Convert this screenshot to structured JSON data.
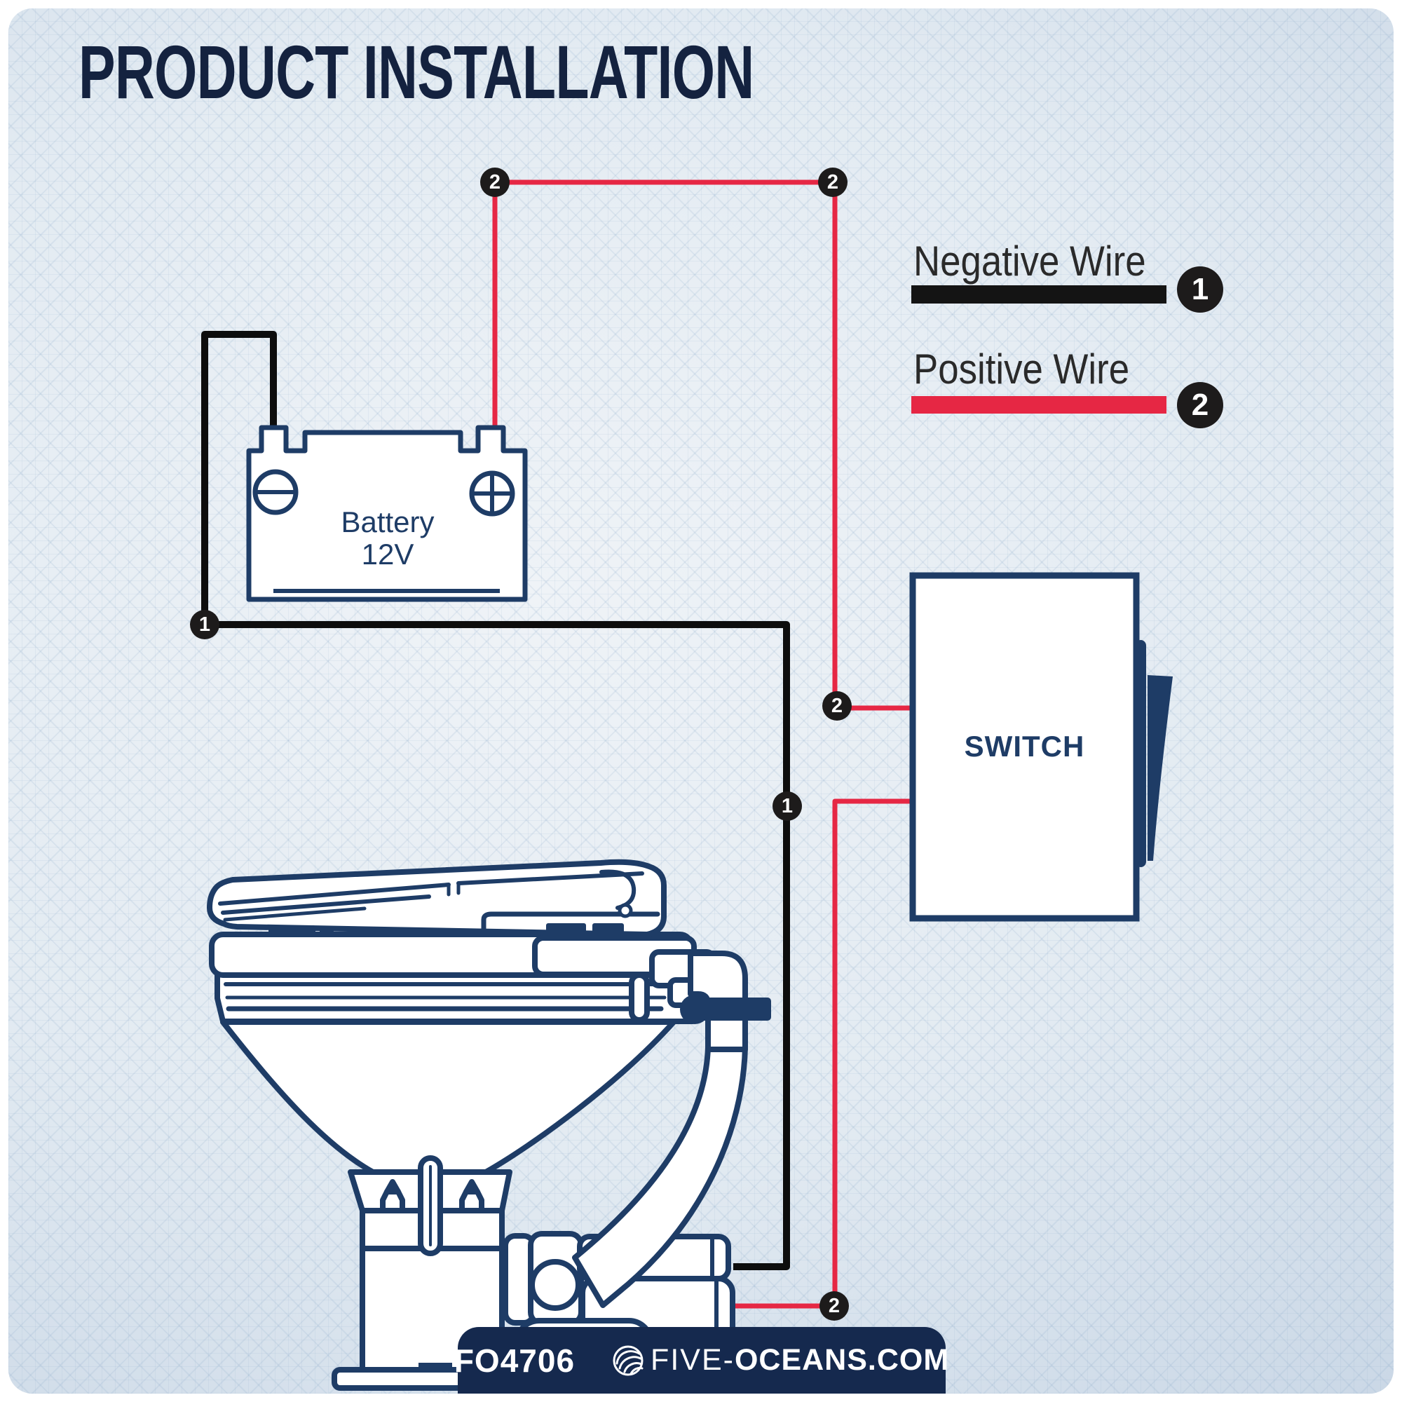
{
  "title": "PRODUCT INSTALLATION",
  "legend": {
    "negative": {
      "label": "Negative Wire",
      "badge": "1"
    },
    "positive": {
      "label": "Positive Wire",
      "badge": "2"
    }
  },
  "battery": {
    "line1": "Battery",
    "line2": "12V"
  },
  "switch_panel": {
    "label": "SWITCH"
  },
  "wire_badges": {
    "battery_positive": "2",
    "top_right": "2",
    "switch_in": "2",
    "motor_positive": "2",
    "battery_negative": "1",
    "motor_negative": "1"
  },
  "footer": {
    "model": "FO4706",
    "brand_regular": "FIVE-",
    "brand_bold": "OCEANS.COM"
  },
  "colors": {
    "outline_navy": "#1e3c66",
    "title_navy": "#14223f",
    "wire_red": "#e62744",
    "wire_black": "#0d0d0d",
    "badge_bg": "#1d1b1b",
    "footer_bg": "#15294e",
    "footer_divider_blue": "#2d59d6",
    "background_tint": "#d5e1ec"
  }
}
